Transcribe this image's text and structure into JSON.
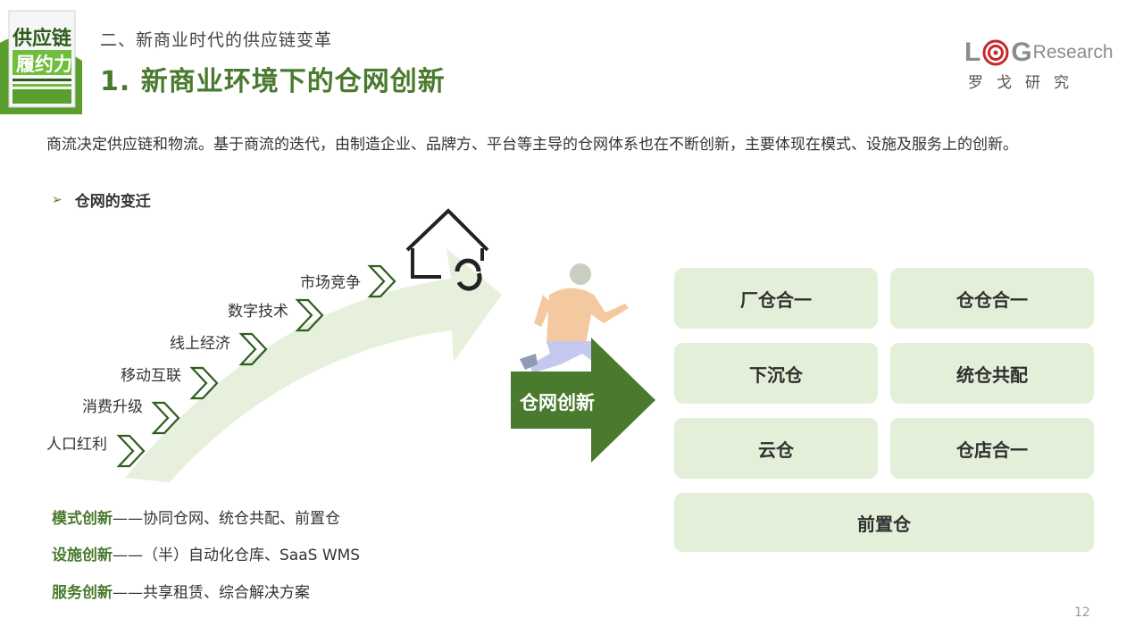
{
  "book": {
    "title_line1": "供应链",
    "title_line2": "履约力"
  },
  "header": {
    "section": "二、新商业时代的供应链变革",
    "title": "1. 新商业环境下的仓网创新"
  },
  "logo": {
    "letter_l": "L",
    "letter_g": "G",
    "word": "Research",
    "cn": "罗戈研究"
  },
  "intro": "商流决定供应链和物流。基于商流的迭代，由制造企业、品牌方、平台等主导的仓网体系也在不断创新，主要体现在模式、设施及服务上的创新。",
  "bullet": {
    "icon": "arrow-right-icon",
    "label": "仓网的变迁"
  },
  "drivers": [
    "人口红利",
    "消费升级",
    "移动互联",
    "线上经济",
    "数字技术",
    "市场竞争"
  ],
  "center": {
    "label": "仓网创新"
  },
  "boxes": [
    "厂仓合一",
    "仓仓合一",
    "下沉仓",
    "统仓共配",
    "云仓",
    "仓店合一",
    "前置仓"
  ],
  "innovations": [
    {
      "key": "模式创新",
      "text": "——协同仓网、统仓共配、前置仓"
    },
    {
      "key": "设施创新",
      "text": "——（半）自动化仓库、SaaS WMS"
    },
    {
      "key": "服务创新",
      "text": "——共享租赁、综合解决方案"
    }
  ],
  "page_number": "12",
  "colors": {
    "accent": "#4a7a2e",
    "box": "#e3efd8",
    "curve": "#e6f0dc"
  }
}
